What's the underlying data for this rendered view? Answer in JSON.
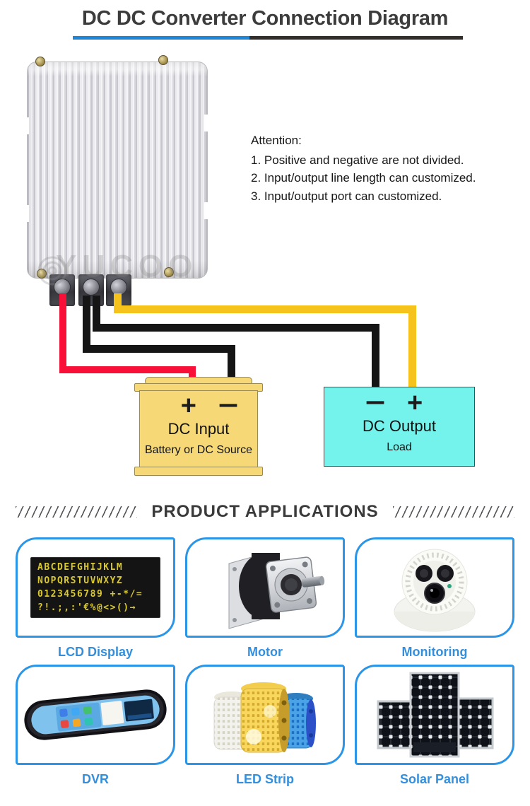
{
  "header": {
    "title": "DC DC Converter Connection Diagram"
  },
  "attention": {
    "heading": "Attention:",
    "items": [
      "1. Positive and negative are not divided.",
      "2. Input/output line length can customized.",
      "3. Input/output port can customized."
    ]
  },
  "diagram": {
    "watermark": "YUCOO",
    "input_box": {
      "plus": "+",
      "minus": "−",
      "title": "DC Input",
      "subtitle": "Battery or DC Source"
    },
    "output_box": {
      "minus": "−",
      "plus": "+",
      "title": "DC Output",
      "subtitle": "Load"
    }
  },
  "applications": {
    "heading": "PRODUCT APPLICATIONS",
    "items": [
      {
        "label": "LCD Display"
      },
      {
        "label": "Motor"
      },
      {
        "label": "Monitoring"
      },
      {
        "label": "DVR"
      },
      {
        "label": "LED Strip"
      },
      {
        "label": "Solar Panel"
      }
    ],
    "lcd_rows": [
      "ABCDEFGHIJKLM",
      "NOPQRSTUVWXYZ",
      "0123456789 +-*/=",
      "?!.;,:'€%@<>()→"
    ]
  },
  "colors": {
    "underline_blue": "#1f87d8",
    "underline_dark": "#322e2b",
    "card_border_blue": "#2b95e8",
    "label_blue": "#338fdc",
    "wire_red": "#f81038",
    "wire_black": "#151515",
    "wire_yellow": "#f6c31c",
    "input_box_fill": "#f6d876",
    "input_box_border": "#9b8a50",
    "output_box_fill": "#74f2ec",
    "output_box_border": "#4c4c4c",
    "lcd_text": "#d9c92f"
  }
}
